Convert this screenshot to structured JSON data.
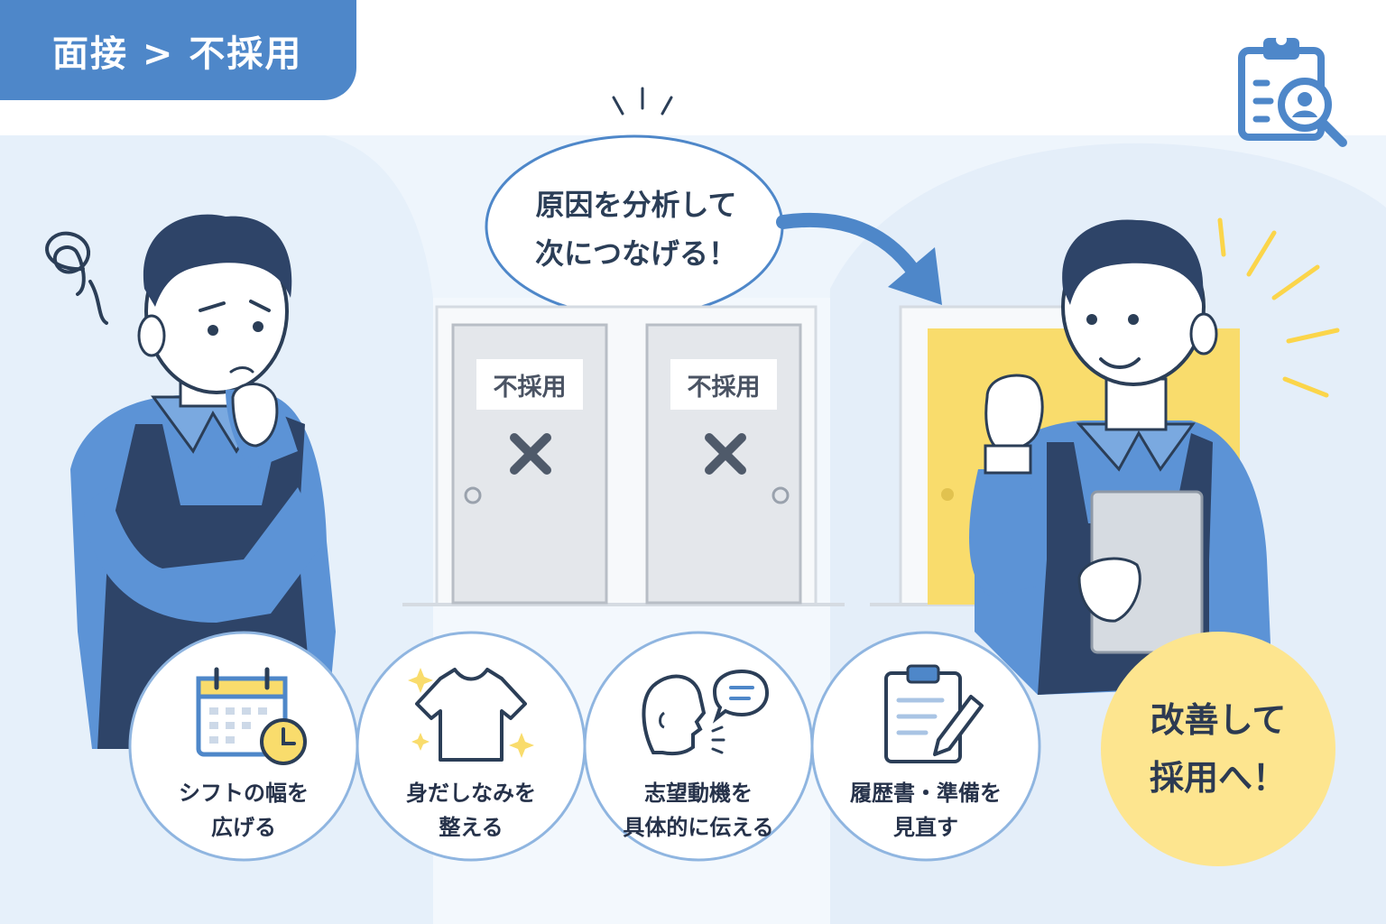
{
  "header": {
    "title": "面接 > 不採用"
  },
  "speech_bubble": {
    "line1": "原因を分析して",
    "line2": "次につなげる！"
  },
  "doors": [
    {
      "label": "不採用",
      "mark": "×"
    },
    {
      "label": "不採用",
      "mark": "×"
    }
  ],
  "tips": [
    {
      "icon": "calendar-clock-icon",
      "line1": "シフトの幅を",
      "line2": "広げる"
    },
    {
      "icon": "tshirt-sparkle-icon",
      "line1": "身だしなみを",
      "line2": "整える"
    },
    {
      "icon": "speaking-head-icon",
      "line1": "志望動機を",
      "line2": "具体的に伝える"
    },
    {
      "icon": "clipboard-pencil-icon",
      "line1": "履歴書・準備を",
      "line2": "見直す"
    }
  ],
  "goal": {
    "line1": "改善して",
    "line2": "採用へ！"
  },
  "top_right_icon": "clipboard-search-icon",
  "colors": {
    "primary_blue": "#4e87c9",
    "light_bg": "#eaf2fb",
    "accent_yellow": "#fde58f",
    "door_yellow": "#f9dc6c",
    "dark_text": "#2b3e57"
  }
}
